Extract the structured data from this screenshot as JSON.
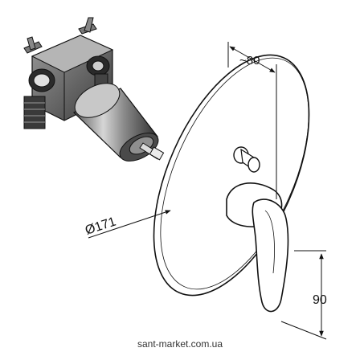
{
  "dimensions": {
    "depth_label": "~80",
    "diameter_label": "Ø171",
    "height_label": "90"
  },
  "watermark": {
    "text": "sant-market.com.ua"
  },
  "colors": {
    "line": "#111111",
    "body_dark": "#2a2a2a",
    "body_mid": "#6e6e6e",
    "body_light": "#bdbdbd",
    "background": "#ffffff"
  },
  "icons": {
    "valve_body": "mixing-valve-body-illustration",
    "cover_plate": "round-cover-plate-illustration",
    "lever": "single-lever-handle-illustration",
    "diverter": "diverter-knob-illustration"
  }
}
